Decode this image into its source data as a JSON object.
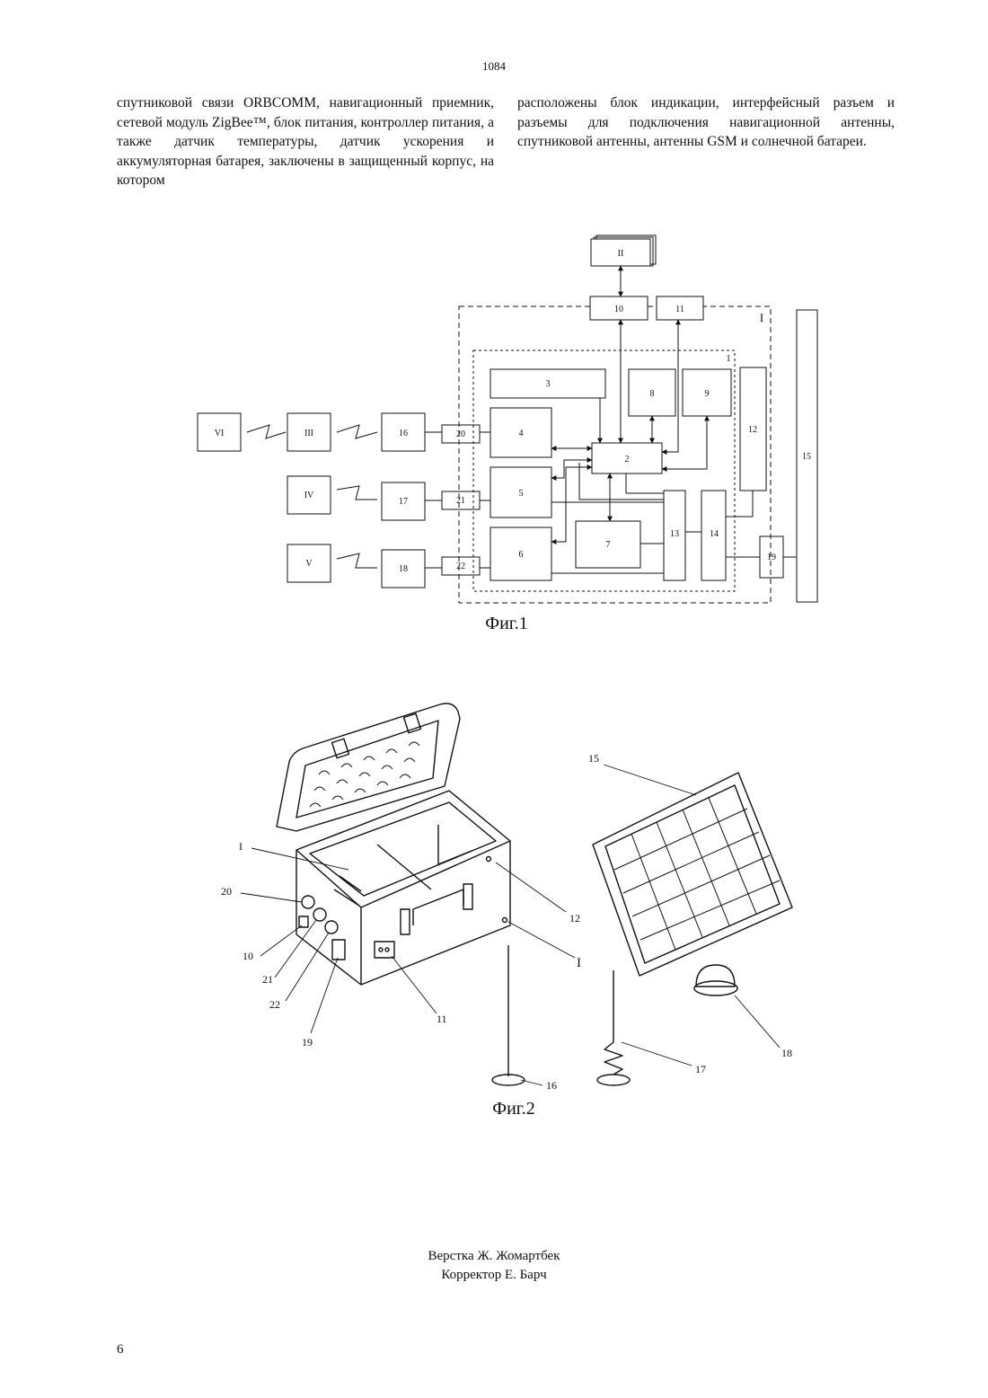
{
  "header": {
    "page_number": "1084"
  },
  "text": {
    "left_column": "спутниковой связи ORBCOMM, навигационный приемник, сетевой модуль ZigBee™, блок питания, контроллер питания, а также датчик температуры, датчик ускорения и аккумуляторная батарея, заключены в защищенный корпус, на котором",
    "right_column": "расположены блок индикации, интерфейсный разъем и разъемы для подключения навигационной антенны, спутниковой антенны, антенны GSM и солнечной батареи."
  },
  "figure1": {
    "caption": "Фиг.1",
    "blocks": {
      "b2": "2",
      "b3": "3",
      "b4": "4",
      "b5": "5",
      "b6": "6",
      "b7": "7",
      "b8": "8",
      "b9": "9",
      "b10": "10",
      "b11": "11",
      "b12": "12",
      "b13": "13",
      "b14": "14",
      "b15": "15",
      "b16": "16",
      "b17": "17",
      "b18": "18",
      "b19": "19",
      "b20": "20",
      "b21": "21",
      "b22": "22",
      "rII": "II",
      "rIII": "III",
      "rIV": "IV",
      "rV": "V",
      "rVI": "VI"
    },
    "outer_label": "I",
    "inner_label": "1"
  },
  "figure2": {
    "caption": "Фиг.2",
    "callouts": {
      "c15": "15",
      "cI_top": "I",
      "c12": "12",
      "c20": "20",
      "c10": "10",
      "c21": "21",
      "c22": "22",
      "c19": "19",
      "c11": "11",
      "cI_right": "I",
      "c16": "16",
      "c17": "17",
      "c18": "18"
    }
  },
  "footer": {
    "layout_credit": "Верстка Ж. Жомартбек",
    "corrector_credit": "Корректор Е. Барч",
    "page_number": "6"
  }
}
